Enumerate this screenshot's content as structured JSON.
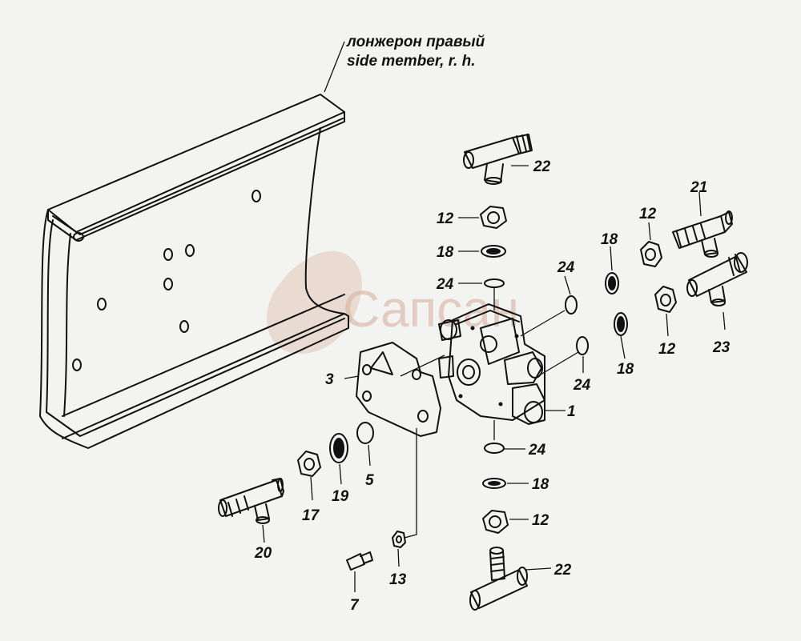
{
  "caption": {
    "line1": "лонжерон правый",
    "line2": "side member, r. h."
  },
  "watermark": {
    "text": "Сапсан",
    "color": "#d9b7a6"
  },
  "callouts": [
    {
      "id": "c22a",
      "text": "22"
    },
    {
      "id": "c12a",
      "text": "12"
    },
    {
      "id": "c18a",
      "text": "18"
    },
    {
      "id": "c24a",
      "text": "24"
    },
    {
      "id": "c24b",
      "text": "24"
    },
    {
      "id": "c18b",
      "text": "18"
    },
    {
      "id": "c12b",
      "text": "12"
    },
    {
      "id": "c21",
      "text": "21"
    },
    {
      "id": "c12c",
      "text": "12"
    },
    {
      "id": "c18c",
      "text": "18"
    },
    {
      "id": "c23",
      "text": "23"
    },
    {
      "id": "c24c",
      "text": "24"
    },
    {
      "id": "c3",
      "text": "3"
    },
    {
      "id": "c1",
      "text": "1"
    },
    {
      "id": "c24d",
      "text": "24"
    },
    {
      "id": "c5",
      "text": "5"
    },
    {
      "id": "c19",
      "text": "19"
    },
    {
      "id": "c17",
      "text": "17"
    },
    {
      "id": "c18d",
      "text": "18"
    },
    {
      "id": "c12d",
      "text": "12"
    },
    {
      "id": "c20",
      "text": "20"
    },
    {
      "id": "c13",
      "text": "13"
    },
    {
      "id": "c7",
      "text": "7"
    },
    {
      "id": "c22b",
      "text": "22"
    }
  ]
}
